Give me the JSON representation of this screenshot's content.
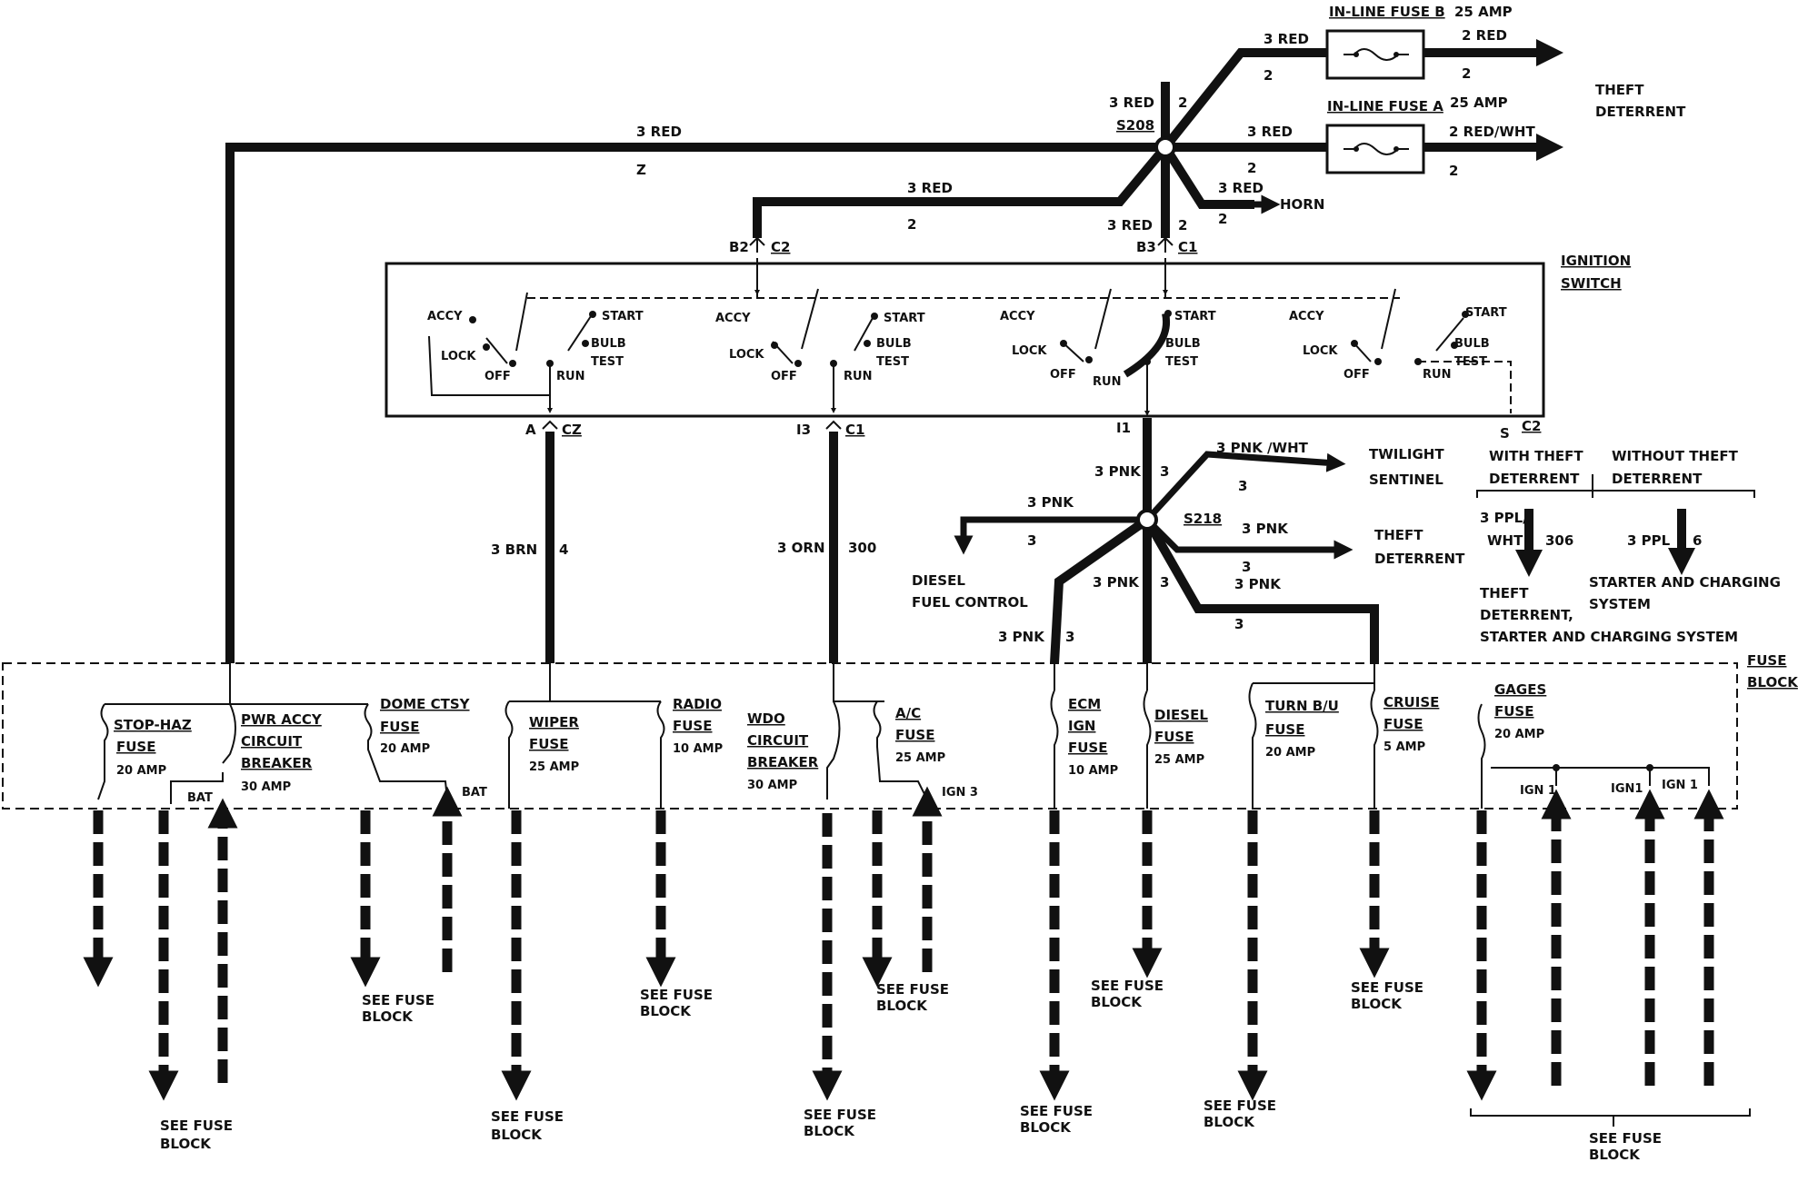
{
  "inline_fuse_b": {
    "name": "IN-LINE FUSE B",
    "amp": "25 AMP",
    "in_wire": "3 RED",
    "in_ckt": "2",
    "out_wire": "2 RED",
    "out_ckt": "2"
  },
  "inline_fuse_a": {
    "name": "IN-LINE FUSE A",
    "amp": "25 AMP",
    "in_wire": "3 RED",
    "in_ckt": "2",
    "out_wire": "2 RED/WHT",
    "out_ckt": "2"
  },
  "theft_deterrent_top": [
    "THEFT",
    "DETERRENT"
  ],
  "splice_s208": {
    "name": "S208",
    "wire_up": "3 RED",
    "ckt_up": "2",
    "wire_down": "3 RED",
    "ckt_down": "2"
  },
  "top_feed": {
    "wire": "3 RED",
    "ckt": "Z"
  },
  "b2_feed": {
    "wire": "3 RED",
    "ckt": "2",
    "conn": "B2",
    "conn2": "C2"
  },
  "b3_feed": {
    "conn": "B3",
    "conn2": "C1"
  },
  "horn": {
    "wire": "3 RED",
    "ckt": "2",
    "label": "HORN"
  },
  "ignition_switch": {
    "title": [
      "IGNITION",
      "SWITCH"
    ],
    "positions": {
      "accy": "ACCY",
      "lock": "LOCK",
      "off": "OFF",
      "run": "RUN",
      "start": "START",
      "bulb": "BULB",
      "test": "TEST"
    }
  },
  "switch_outputs": [
    {
      "conn": "A",
      "conn2": "CZ",
      "wire": "3 BRN",
      "ckt": "4"
    },
    {
      "conn": "I3",
      "conn2": "C1",
      "wire": "3 ORN",
      "ckt": "300"
    },
    {
      "conn": "I1",
      "conn2": ""
    },
    {
      "conn": "S",
      "conn2": "C2"
    }
  ],
  "splice_s218": {
    "name": "S218",
    "wire_up": "3 PNK",
    "ckt_up": "3"
  },
  "twilight": {
    "wire": "3 PNK /WHT",
    "ckt": "3",
    "label": [
      "TWILIGHT",
      "SENTINEL"
    ]
  },
  "theft_mid": {
    "wire": "3 PNK",
    "ckt": "3",
    "label": [
      "THEFT",
      "DETERRENT"
    ]
  },
  "diesel_fuel": {
    "wire": "3 PNK",
    "ckt": "3",
    "label": [
      "DIESEL",
      "FUEL CONTROL"
    ]
  },
  "pnk_branches": [
    {
      "wire": "3 PNK",
      "ckt": "3"
    },
    {
      "wire": "3 PNK",
      "ckt": "3"
    },
    {
      "wire": "3 PNK",
      "ckt": "3"
    }
  ],
  "options": {
    "with": [
      "WITH THEFT",
      "DETERRENT"
    ],
    "without": [
      "WITHOUT THEFT",
      "DETERRENT"
    ],
    "with_wire": [
      "3 PPL/",
      "WHT"
    ],
    "with_ckt": "306",
    "without_wire": "3 PPL",
    "without_ckt": "6",
    "with_dest": [
      "THEFT",
      "DETERRENT,",
      "STARTER AND CHARGING SYSTEM"
    ],
    "without_dest": [
      "STARTER AND CHARGING",
      "SYSTEM"
    ]
  },
  "fuse_block_label": [
    "FUSE",
    "BLOCK"
  ],
  "fuses": [
    {
      "lines": [
        "STOP-HAZ",
        "FUSE"
      ],
      "amp": "20 AMP"
    },
    {
      "lines": [
        "PWR ACCY",
        "CIRCUIT",
        "BREAKER"
      ],
      "amp": "30 AMP"
    },
    {
      "lines": [
        "DOME CTSY",
        "FUSE"
      ],
      "amp": "20 AMP"
    },
    {
      "lines": [
        "WIPER",
        "FUSE"
      ],
      "amp": "25 AMP"
    },
    {
      "lines": [
        "RADIO",
        "FUSE"
      ],
      "amp": "10 AMP"
    },
    {
      "lines": [
        "WDO",
        "CIRCUIT",
        "BREAKER"
      ],
      "amp": "30 AMP"
    },
    {
      "lines": [
        "A/C",
        "FUSE"
      ],
      "amp": "25 AMP"
    },
    {
      "lines": [
        "ECM",
        "IGN",
        "FUSE"
      ],
      "amp": "10 AMP"
    },
    {
      "lines": [
        "DIESEL",
        "FUSE"
      ],
      "amp": "25 AMP"
    },
    {
      "lines": [
        "TURN B/U",
        "FUSE"
      ],
      "amp": "20 AMP"
    },
    {
      "lines": [
        "CRUISE",
        "FUSE"
      ],
      "amp": "5 AMP"
    },
    {
      "lines": [
        "GAGES",
        "FUSE"
      ],
      "amp": "20 AMP"
    }
  ],
  "bottom_terms": {
    "bat": "BAT",
    "ign3": "IGN 3",
    "ign1a": "IGN 1",
    "ign1b": "IGN1",
    "ign1c": "IGN 1"
  },
  "see_fuse_block": [
    "SEE FUSE",
    "BLOCK"
  ]
}
